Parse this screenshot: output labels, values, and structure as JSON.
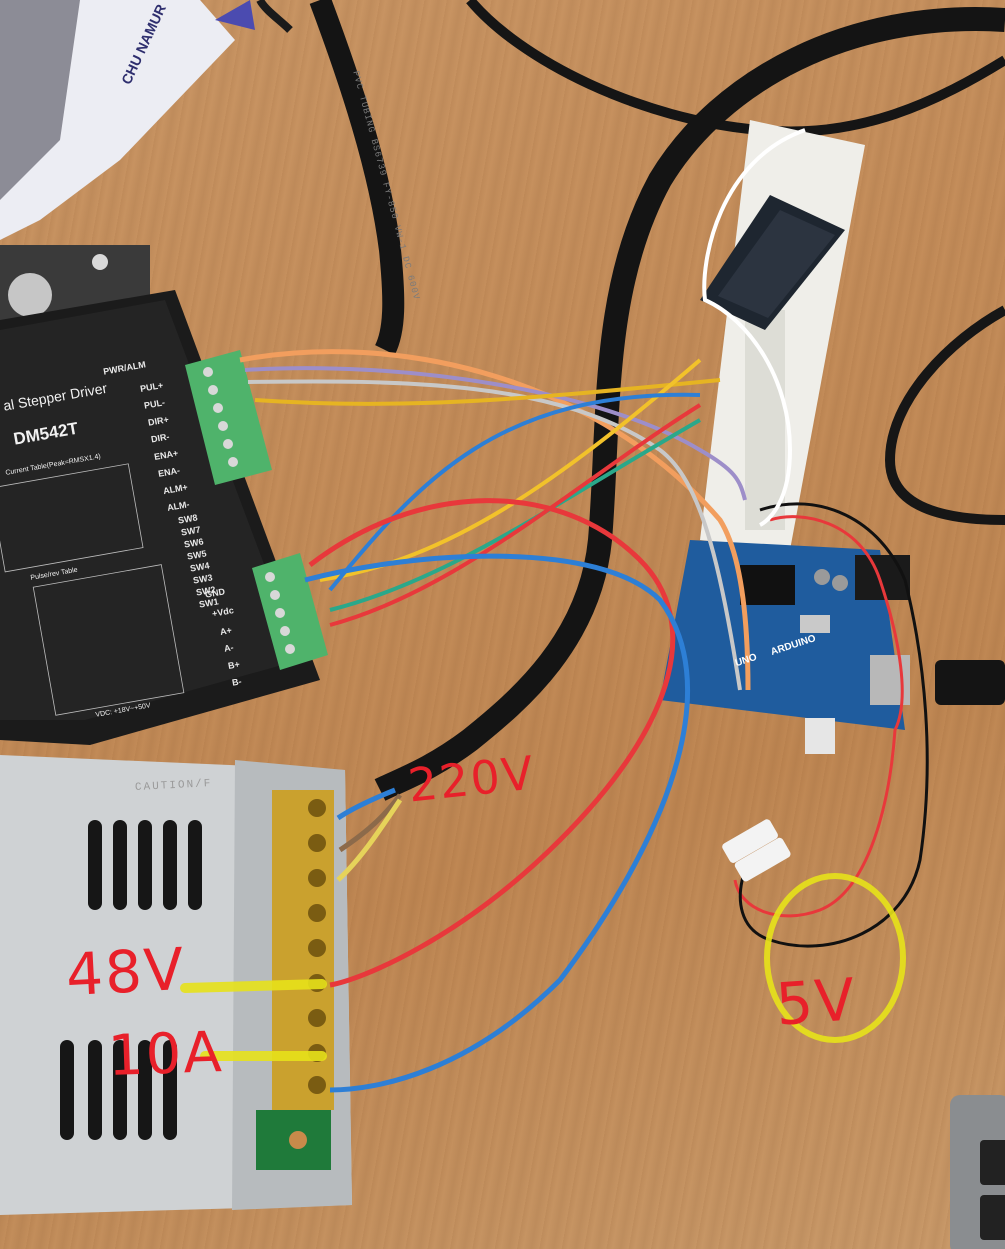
{
  "annotations": {
    "mains_voltage": "220V",
    "psu_voltage": "48V",
    "psu_current": "10A",
    "logic_voltage": "5V"
  },
  "driver": {
    "subtitle": "al Stepper Driver",
    "model": "DM542T",
    "terminals_top": [
      "PWR/ALM",
      "PUL+",
      "PUL-",
      "DIR+",
      "DIR-",
      "ENA+",
      "ENA-",
      "ALM+",
      "ALM-"
    ],
    "switches": [
      "SW8",
      "SW7",
      "SW6",
      "SW5",
      "SW4",
      "SW3",
      "SW2",
      "SW1"
    ],
    "terminals_bottom": [
      "GND",
      "+Vdc",
      "A+",
      "A-",
      "B+",
      "B-"
    ],
    "table_title": "Current Table(Peak=RMSX1.4)",
    "pulse_title": "Pulse/rev Table",
    "vdc_range": "VDC: +18V~+50V"
  },
  "psu": {
    "brand": "CAUTION/F"
  },
  "cable": {
    "print": "PVC TUBING BS6739 FY-850 VW-1 DC 600V"
  },
  "paper": {
    "text": "CHU NAMUR"
  },
  "arduino": {
    "brand": "ARDUINO",
    "model": "UNO"
  },
  "colors": {
    "annotation_red": "#e8202a",
    "highlight_yellow": "#e7e21a",
    "wire_red": "#e8383b",
    "wire_blue": "#2d7fd6",
    "board_blue": "#1f5c9e",
    "terminal_green": "#4fb36b"
  }
}
